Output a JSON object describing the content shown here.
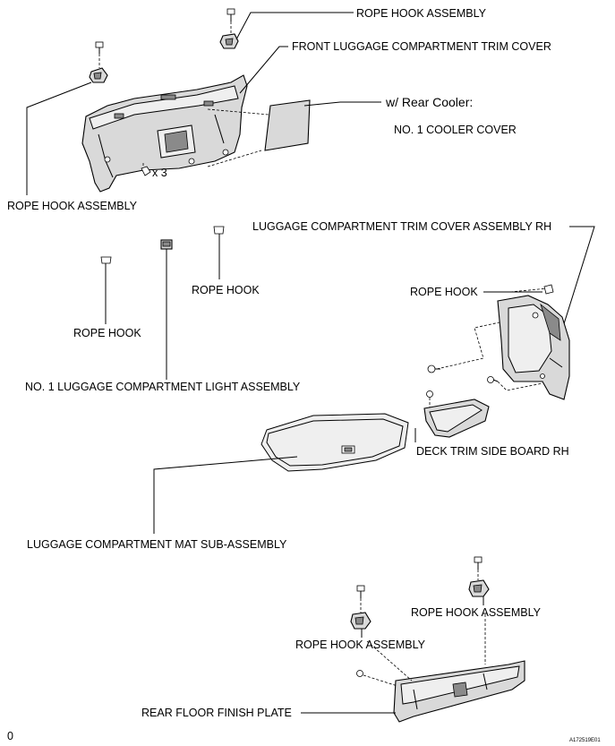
{
  "labels": {
    "rope_hook_assembly_top": "ROPE HOOK ASSEMBLY",
    "front_luggage_trim_cover": "FRONT LUGGAGE COMPARTMENT TRIM COVER",
    "rear_cooler_note": "w/ Rear Cooler:",
    "no1_cooler_cover": "NO. 1 COOLER COVER",
    "clip_count": "x 3",
    "rope_hook_assembly_left": "ROPE HOOK ASSEMBLY",
    "luggage_trim_cover_rh": "LUGGAGE COMPARTMENT TRIM COVER ASSEMBLY RH",
    "rope_hook_mid": "ROPE HOOK",
    "rope_hook_left": "ROPE HOOK",
    "rope_hook_right": "ROPE HOOK",
    "no1_luggage_light": "NO. 1 LUGGAGE COMPARTMENT LIGHT ASSEMBLY",
    "deck_trim_side_board": "DECK TRIM SIDE BOARD RH",
    "luggage_mat": "LUGGAGE COMPARTMENT MAT SUB-ASSEMBLY",
    "rope_hook_assembly_bottom_right": "ROPE HOOK ASSEMBLY",
    "rope_hook_assembly_bottom_center": "ROPE HOOK ASSEMBLY",
    "rear_floor_finish_plate": "REAR FLOOR FINISH PLATE",
    "page_marker": "0",
    "figure_code": "A172519E01"
  }
}
